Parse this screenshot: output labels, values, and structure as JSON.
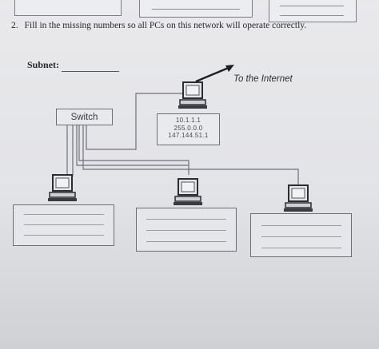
{
  "question": {
    "number": "2.",
    "text": "Fill in the missing numbers so all PCs on this network will operate correctly."
  },
  "subnet": {
    "label": "Subnet:",
    "value": ""
  },
  "internet_label": "To the Internet",
  "switch_label": "Switch",
  "router_ips": [
    "10.1.1.1",
    "255.0.0.0",
    "147.144.51.1"
  ],
  "pc_fields": [
    {
      "line1": "",
      "line2": "",
      "line3": ""
    },
    {
      "line1": "",
      "line2": "",
      "line3": ""
    },
    {
      "line1": "",
      "line2": "",
      "line3": ""
    }
  ]
}
